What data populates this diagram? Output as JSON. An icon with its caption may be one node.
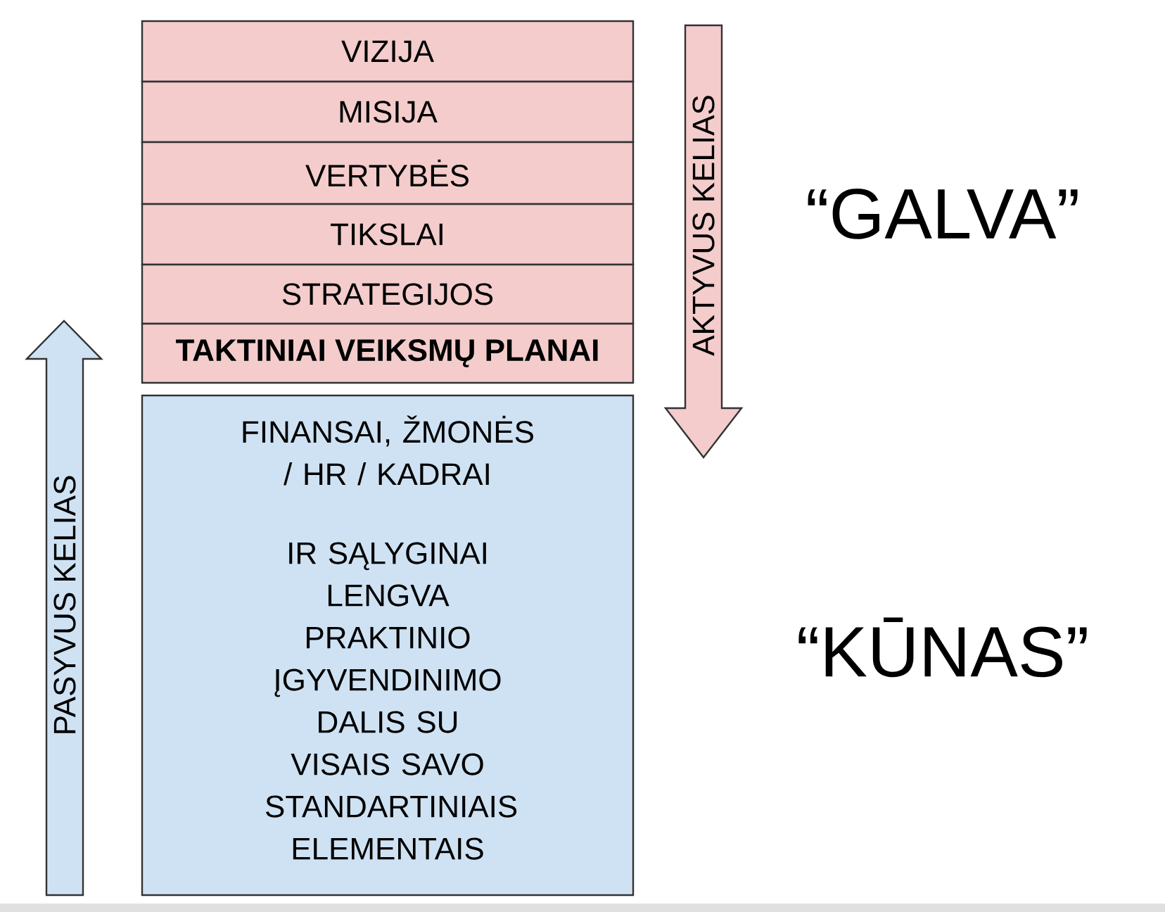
{
  "diagram": {
    "nodes": [
      {
        "text": [
          "VIZIJA"
        ]
      },
      {
        "text": [
          "MISIJA"
        ]
      },
      {
        "text": [
          "VERTYBĖS"
        ]
      },
      {
        "text": [
          "TIKSLAI"
        ]
      },
      {
        "text": [
          "STRATEGIJOS"
        ]
      },
      {
        "text": [
          "TAKTINIAI VEIKSMŲ PLANAI"
        ]
      },
      {
        "text": [
          "FINANSAI, ŽMONĖS / HR / KADRAI",
          "IR SĄLYGINAI LENGVA PRAKTINIO ĮGYVENDINIMO DALIS SU VISAIS SAVO STANDARTINIAIS ELEMENTAIS"
        ]
      },
      {
        "text": [
          "AKTYVUS KELIAS"
        ]
      },
      {
        "text": [
          "PASYVUS KELIAS"
        ]
      }
    ],
    "labels": [
      "“GALVA”",
      "“KŪNAS”"
    ]
  }
}
